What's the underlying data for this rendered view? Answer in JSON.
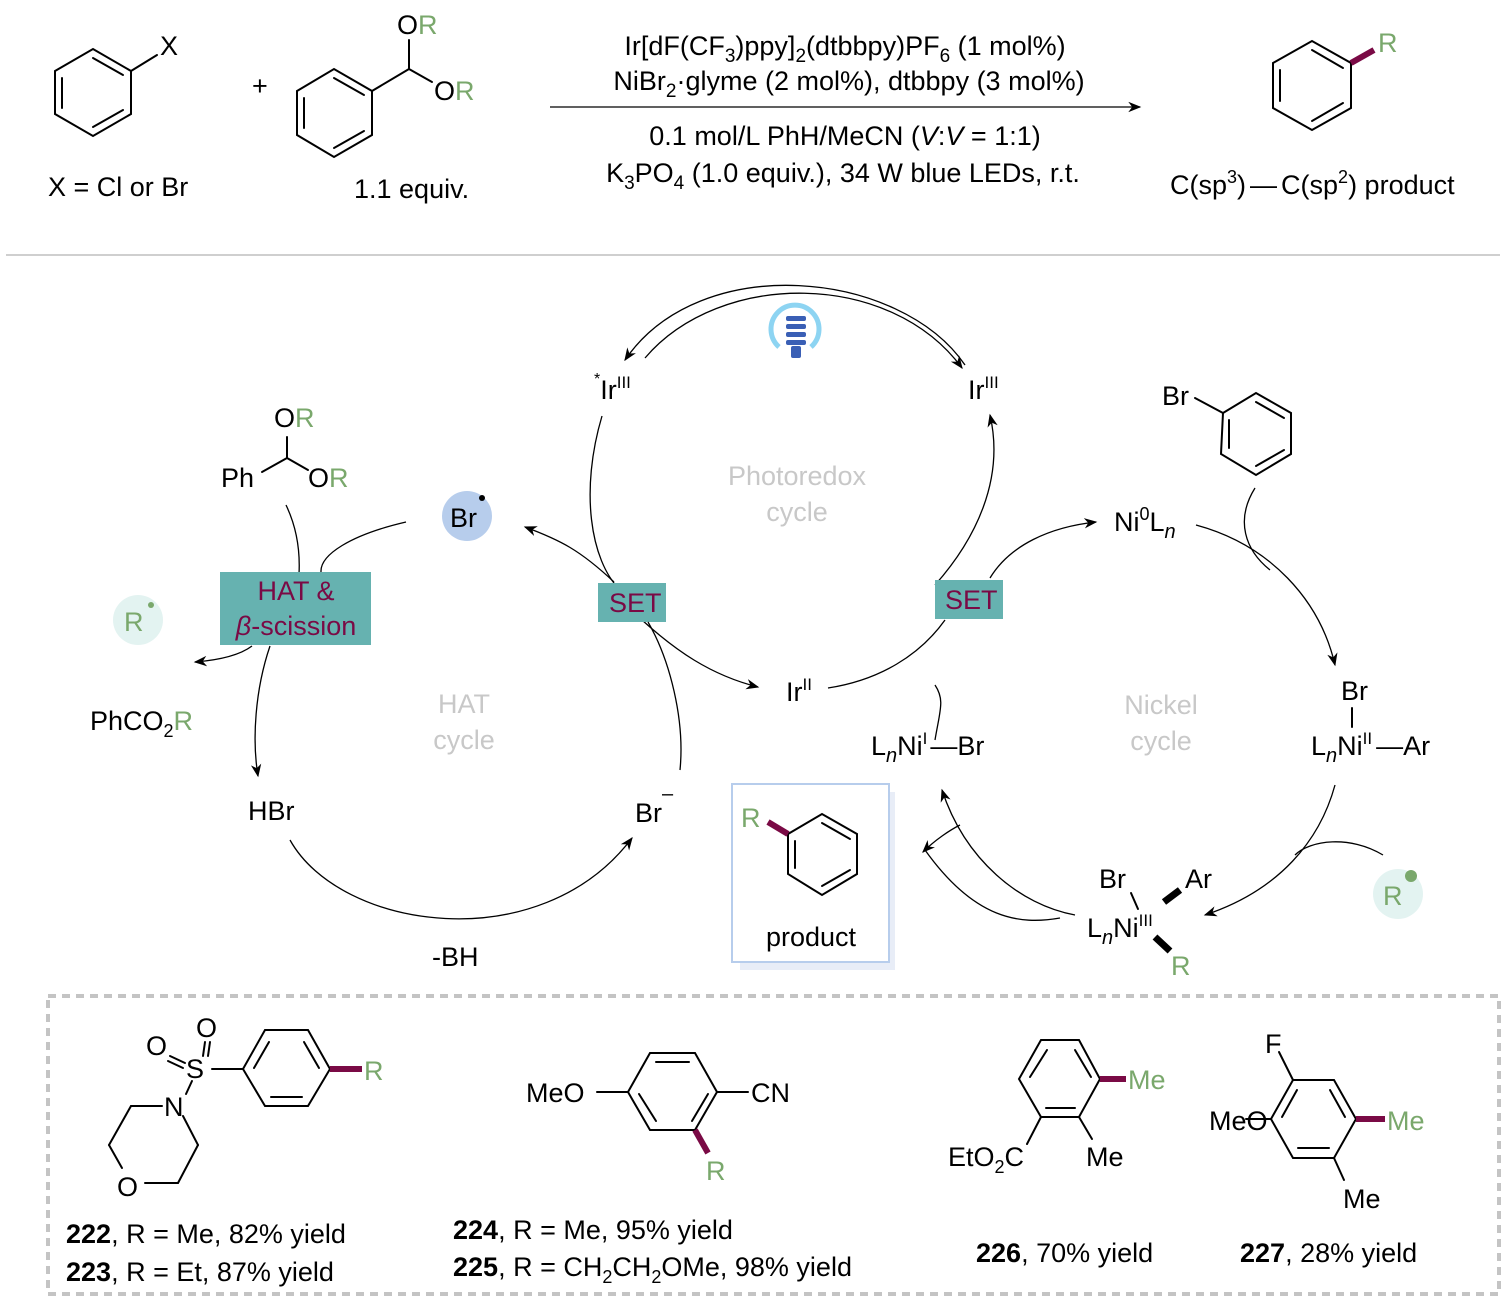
{
  "reaction": {
    "reactant1": {
      "label": "X",
      "caption": "X = Cl or Br"
    },
    "plus": "+",
    "reactant2": {
      "or_top": "O",
      "r_top": "R",
      "or_bottom": "O",
      "r_bottom": "R",
      "caption": "1.1 equiv."
    },
    "conditions": {
      "line1": {
        "a": "Ir[dF(CF",
        "s1": "3",
        "b": ")ppy]",
        "s2": "2",
        "c": "(dtbbpy)PF",
        "s3": "6",
        "d": " (1 mol%)"
      },
      "line2": {
        "a": "NiBr",
        "s1": "2",
        "b": "·glyme (2 mol%),  dtbbpy (3 mol%)"
      },
      "line3": {
        "a": "0.1 mol/L PhH/MeCN (",
        "i1": "V",
        "b": ":",
        "i2": "V",
        "c": " = 1:1)"
      },
      "line4": {
        "a": "K",
        "s1": "3",
        "b": "PO",
        "s2": "4",
        "c": " (1.0 equiv.), 34 W blue LEDs, r.t."
      }
    },
    "product": {
      "r": "R",
      "caption_a": "C(sp",
      "caption_s1": "3",
      "caption_b": ")",
      "caption_dash": "—",
      "caption_c": "C(sp",
      "caption_s2": "2",
      "caption_d": ") product"
    }
  },
  "mechanism": {
    "photoredox": {
      "label1": "Photoredox",
      "label2": "cycle",
      "ir_excited": {
        "star": "*",
        "base": "Ir",
        "ox": "III"
      },
      "ir_ground": {
        "base": "Ir",
        "ox": "III"
      },
      "ir_reduced": {
        "base": "Ir",
        "ox": "II"
      },
      "light_icon": "light-bulb-icon"
    },
    "hat": {
      "label1": "HAT",
      "label2": "cycle",
      "acetal": {
        "ph": "Ph",
        "o1": "O",
        "r1": "R",
        "o2": "O",
        "r2": "R"
      },
      "step_box_line1": "HAT &",
      "step_box_beta": "β",
      "step_box_line2": "-scission",
      "br_radical": "Br",
      "r_radical": "R",
      "ester": {
        "a": "PhCO",
        "s": "2",
        "r": "R"
      },
      "hbr": "HBr",
      "bromide": {
        "base": "Br",
        "charge": "–"
      },
      "base_loss": "-BH",
      "set_label": "SET"
    },
    "nickel": {
      "label1": "Nickel",
      "label2": "cycle",
      "set_label": "SET",
      "aryl_bromide": "Br",
      "ni0": {
        "ni": "Ni",
        "ox": "0",
        "l": "L",
        "n": "n"
      },
      "ni2": {
        "br": "Br",
        "l": "L",
        "n": "n",
        "ni": "Ni",
        "ox": "II",
        "ar": "Ar"
      },
      "ni3": {
        "br": "Br",
        "ar": "Ar",
        "l": "L",
        "n": "n",
        "ni": "Ni",
        "ox": "III",
        "r": "R"
      },
      "ni1": {
        "l": "L",
        "n": "n",
        "ni": "Ni",
        "ox": "I",
        "br": "Br"
      },
      "r_radical": "R",
      "product": {
        "r": "R",
        "label": "product"
      }
    }
  },
  "scope": {
    "examples": [
      {
        "id": "222",
        "text": ", R = Me, 82% yield"
      },
      {
        "id": "223",
        "text": ", R = Et, 87% yield"
      },
      {
        "id": "224",
        "text": ", R = Me, 95% yield"
      },
      {
        "id": "225",
        "text_a": ", R = CH",
        "s1": "2",
        "text_b": "CH",
        "s2": "2",
        "text_c": "OMe, 98% yield"
      },
      {
        "id": "226",
        "text": ", 70% yield"
      },
      {
        "id": "227",
        "text": ", 28% yield"
      }
    ],
    "s222": {
      "o1": "O",
      "o2": "O",
      "s": "S",
      "n": "N",
      "o3": "O",
      "r": "R"
    },
    "s224": {
      "meo": "MeO",
      "cn": "CN",
      "r": "R"
    },
    "s226": {
      "me_new": "Me",
      "me": "Me",
      "eto2c_a": "EtO",
      "eto2c_s": "2",
      "eto2c_b": "C"
    },
    "s227": {
      "f": "F",
      "meo": "MeO",
      "me_new": "Me",
      "me": "Me"
    }
  },
  "colors": {
    "r_group": "#7aa86c",
    "new_bond": "#7a0a45",
    "step_box": "#66b2b0",
    "br_radical_bg": "#b7cdec",
    "r_radical_bg": "#e3f3f1",
    "cycle_label": "#c8c8c8"
  }
}
